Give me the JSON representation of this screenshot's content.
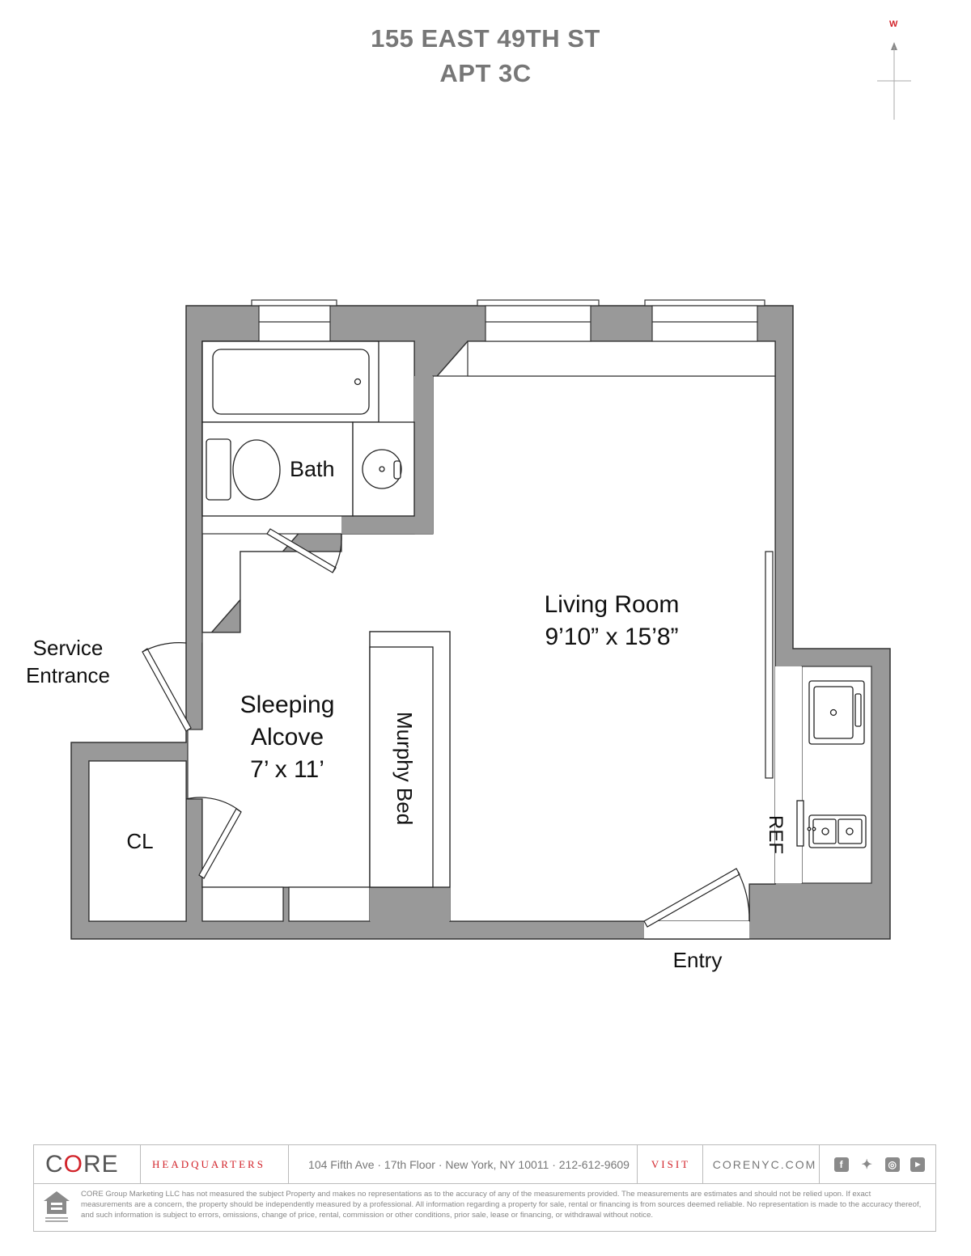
{
  "header": {
    "title_line1": "155 EAST 49TH ST",
    "title_line2": "APT 3C"
  },
  "compass": {
    "direction_label": "W",
    "icon": "compass-arrow-icon"
  },
  "rooms": {
    "bath": "Bath",
    "living_room_name": "Living Room",
    "living_room_dims": "9’10” x 15’8”",
    "sleeping_line1": "Sleeping",
    "sleeping_line2": "Alcove",
    "sleeping_dims": "7’ x 11’",
    "murphy_bed": "Murphy Bed",
    "closet": "CL",
    "ref": "REF",
    "entry": "Entry",
    "service_line1": "Service",
    "service_line2": "Entrance"
  },
  "footer": {
    "logo": "CORE",
    "headquarters": "HEADQUARTERS",
    "address": "104 Fifth Ave · 17th Floor · New York, NY 10011 · 212-612-9609",
    "visit": "VISIT",
    "website": "CORENYC.COM",
    "social_icons": [
      "facebook-icon",
      "twitter-icon",
      "instagram-icon",
      "youtube-icon"
    ],
    "eho_icon": "equal-housing-opportunity-icon",
    "disclaimer": "CORE Group Marketing LLC has not measured the subject Property and makes no representations as to the accuracy of any of the measurements provided. The measurements are estimates and should not be relied upon. If exact measurements are a concern, the property should be independently measured by a professional. All information regarding a property for sale, rental or financing is from sources deemed reliable. No representation is made to the accuracy thereof, and such information is subject to errors, omissions, change of price, rental, commission or other conditions, prior sale, lease or financing, or withdrawal without notice."
  },
  "colors": {
    "wall": "#999999",
    "title": "#777777",
    "accent": "#d2232a"
  }
}
